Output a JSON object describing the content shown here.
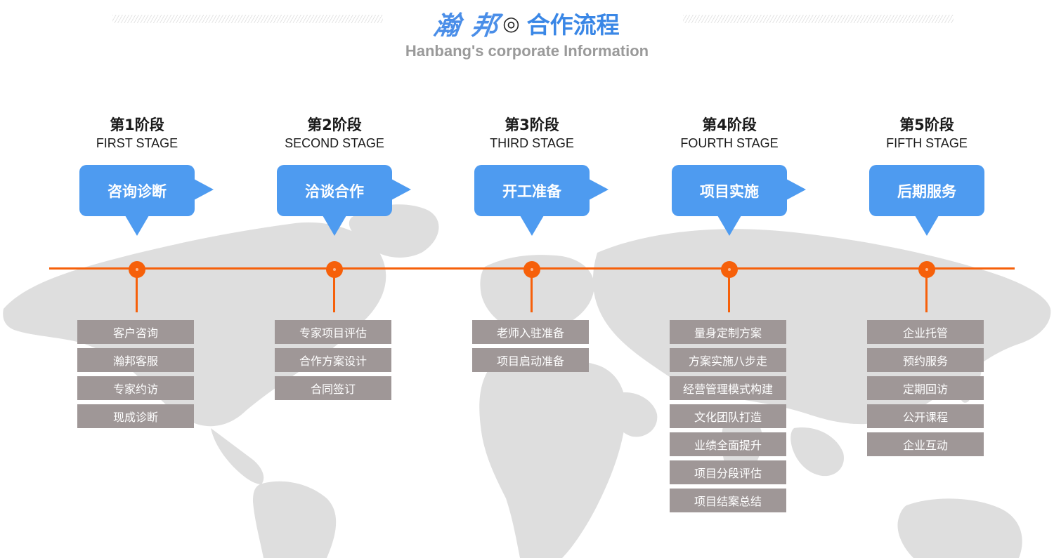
{
  "header": {
    "brand": "瀚 邦",
    "brand_mark": "◎",
    "title": "合作流程",
    "subtitle": "Hanbang's corporate Information"
  },
  "colors": {
    "accent_blue": "#4e9bf0",
    "timeline_orange": "#f6600a",
    "item_gray": "#9f9797",
    "map_gray": "#dcdcdc"
  },
  "stages": [
    {
      "cn": "第1阶段",
      "en": "FIRST STAGE",
      "bubble": "咨询诊断",
      "items": [
        "客户咨询",
        "瀚邦客服",
        "专家约访",
        "现成诊断"
      ]
    },
    {
      "cn": "第2阶段",
      "en": "SECOND STAGE",
      "bubble": "洽谈合作",
      "items": [
        "专家项目评估",
        "合作方案设计",
        "合同签订"
      ]
    },
    {
      "cn": "第3阶段",
      "en": "THIRD STAGE",
      "bubble": "开工准备",
      "items": [
        "老师入驻准备",
        "项目启动准备"
      ]
    },
    {
      "cn": "第4阶段",
      "en": "FOURTH STAGE",
      "bubble": "项目实施",
      "items": [
        "量身定制方案",
        "方案实施八步走",
        "经营管理模式构建",
        "文化团队打造",
        "业绩全面提升",
        "项目分段评估",
        "项目结案总结"
      ]
    },
    {
      "cn": "第5阶段",
      "en": "FIFTH STAGE",
      "bubble": "后期服务",
      "items": [
        "企业托管",
        "预约服务",
        "定期回访",
        "公开课程",
        "企业互动"
      ]
    }
  ]
}
